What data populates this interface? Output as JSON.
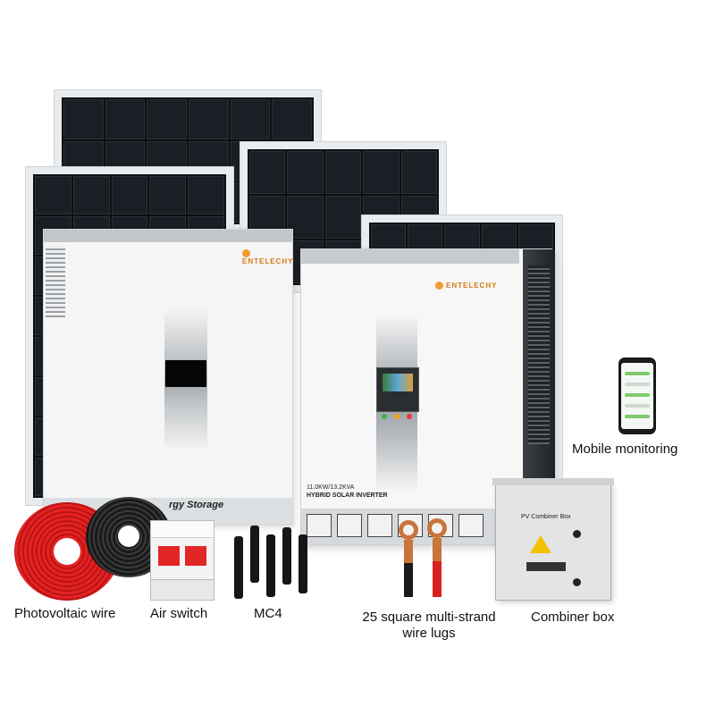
{
  "products": {
    "battery": {
      "brand": "ENTELECHY",
      "label": "rgy Storage"
    },
    "inverter": {
      "brand": "ENTELECHY",
      "model_line1": "11.0KW/13.2KVA",
      "model_line2": "HYBRID SOLAR INVERTER"
    },
    "combiner": {
      "title": "PV Combiner Box"
    }
  },
  "captions": {
    "photovoltaic_wire": "Photovoltaic wire",
    "air_switch": "Air switch",
    "mc4": "MC4",
    "wire_lugs_line1": "25 square multi-strand",
    "wire_lugs_line2": "wire lugs",
    "combiner_box": "Combiner box",
    "mobile_monitoring": "Mobile monitoring"
  },
  "colors": {
    "panel_cell": "#1b1f25",
    "brand_orange": "#f29a2e",
    "cable_red": "#e52222",
    "cable_black": "#1a1a1a",
    "breaker_red": "#e22626",
    "lug_copper": "#c9743a",
    "warning_yellow": "#f2c200"
  },
  "icons": [
    "solar-panel-icon",
    "warning-triangle-icon",
    "wifi-icon"
  ]
}
